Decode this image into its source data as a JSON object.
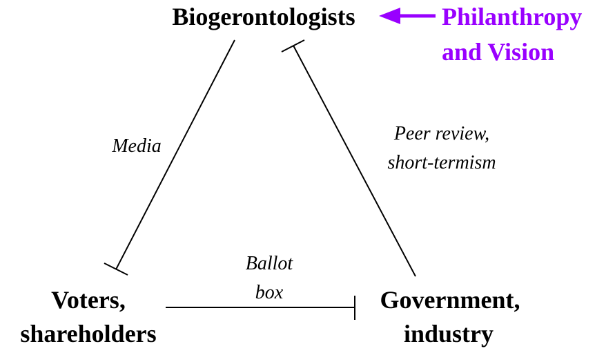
{
  "nodes": {
    "top": "Biogerontologists",
    "left": [
      "Voters,",
      "shareholders"
    ],
    "right": [
      "Government,",
      "industry"
    ],
    "external": [
      "Philanthropy",
      "and Vision"
    ]
  },
  "edges": {
    "media": "Media",
    "peer_review": [
      "Peer review,",
      "short-termism"
    ],
    "ballot": [
      "Ballot",
      "box"
    ]
  },
  "colors": {
    "accent": "#9900ff",
    "text": "#000000"
  }
}
